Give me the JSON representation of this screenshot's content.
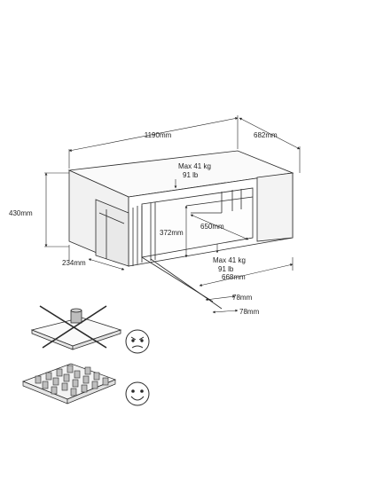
{
  "dimensions": {
    "width": "1190mm",
    "depth": "682mm",
    "height": "430mm",
    "side_depth": "234mm",
    "inner_height": "372mm",
    "inner_width": "650mm",
    "slide_length": "668mm",
    "offset_1": "78mm",
    "offset_2": "78mm"
  },
  "load_top": {
    "line1": "Max 41 kg",
    "line2": "91 lb"
  },
  "load_shelf": {
    "line1": "Max 41 kg",
    "line2": "91 lb"
  },
  "icons": {
    "wrong_usage": "concentrated-weight-crossed",
    "sad_face": "angry-face-icon",
    "right_usage": "distributed-weight",
    "happy_face": "smiley-face-icon"
  },
  "colors": {
    "line": "#2a2a2a",
    "fill": "#f4f4f4",
    "shade": "#d8d8d8"
  }
}
